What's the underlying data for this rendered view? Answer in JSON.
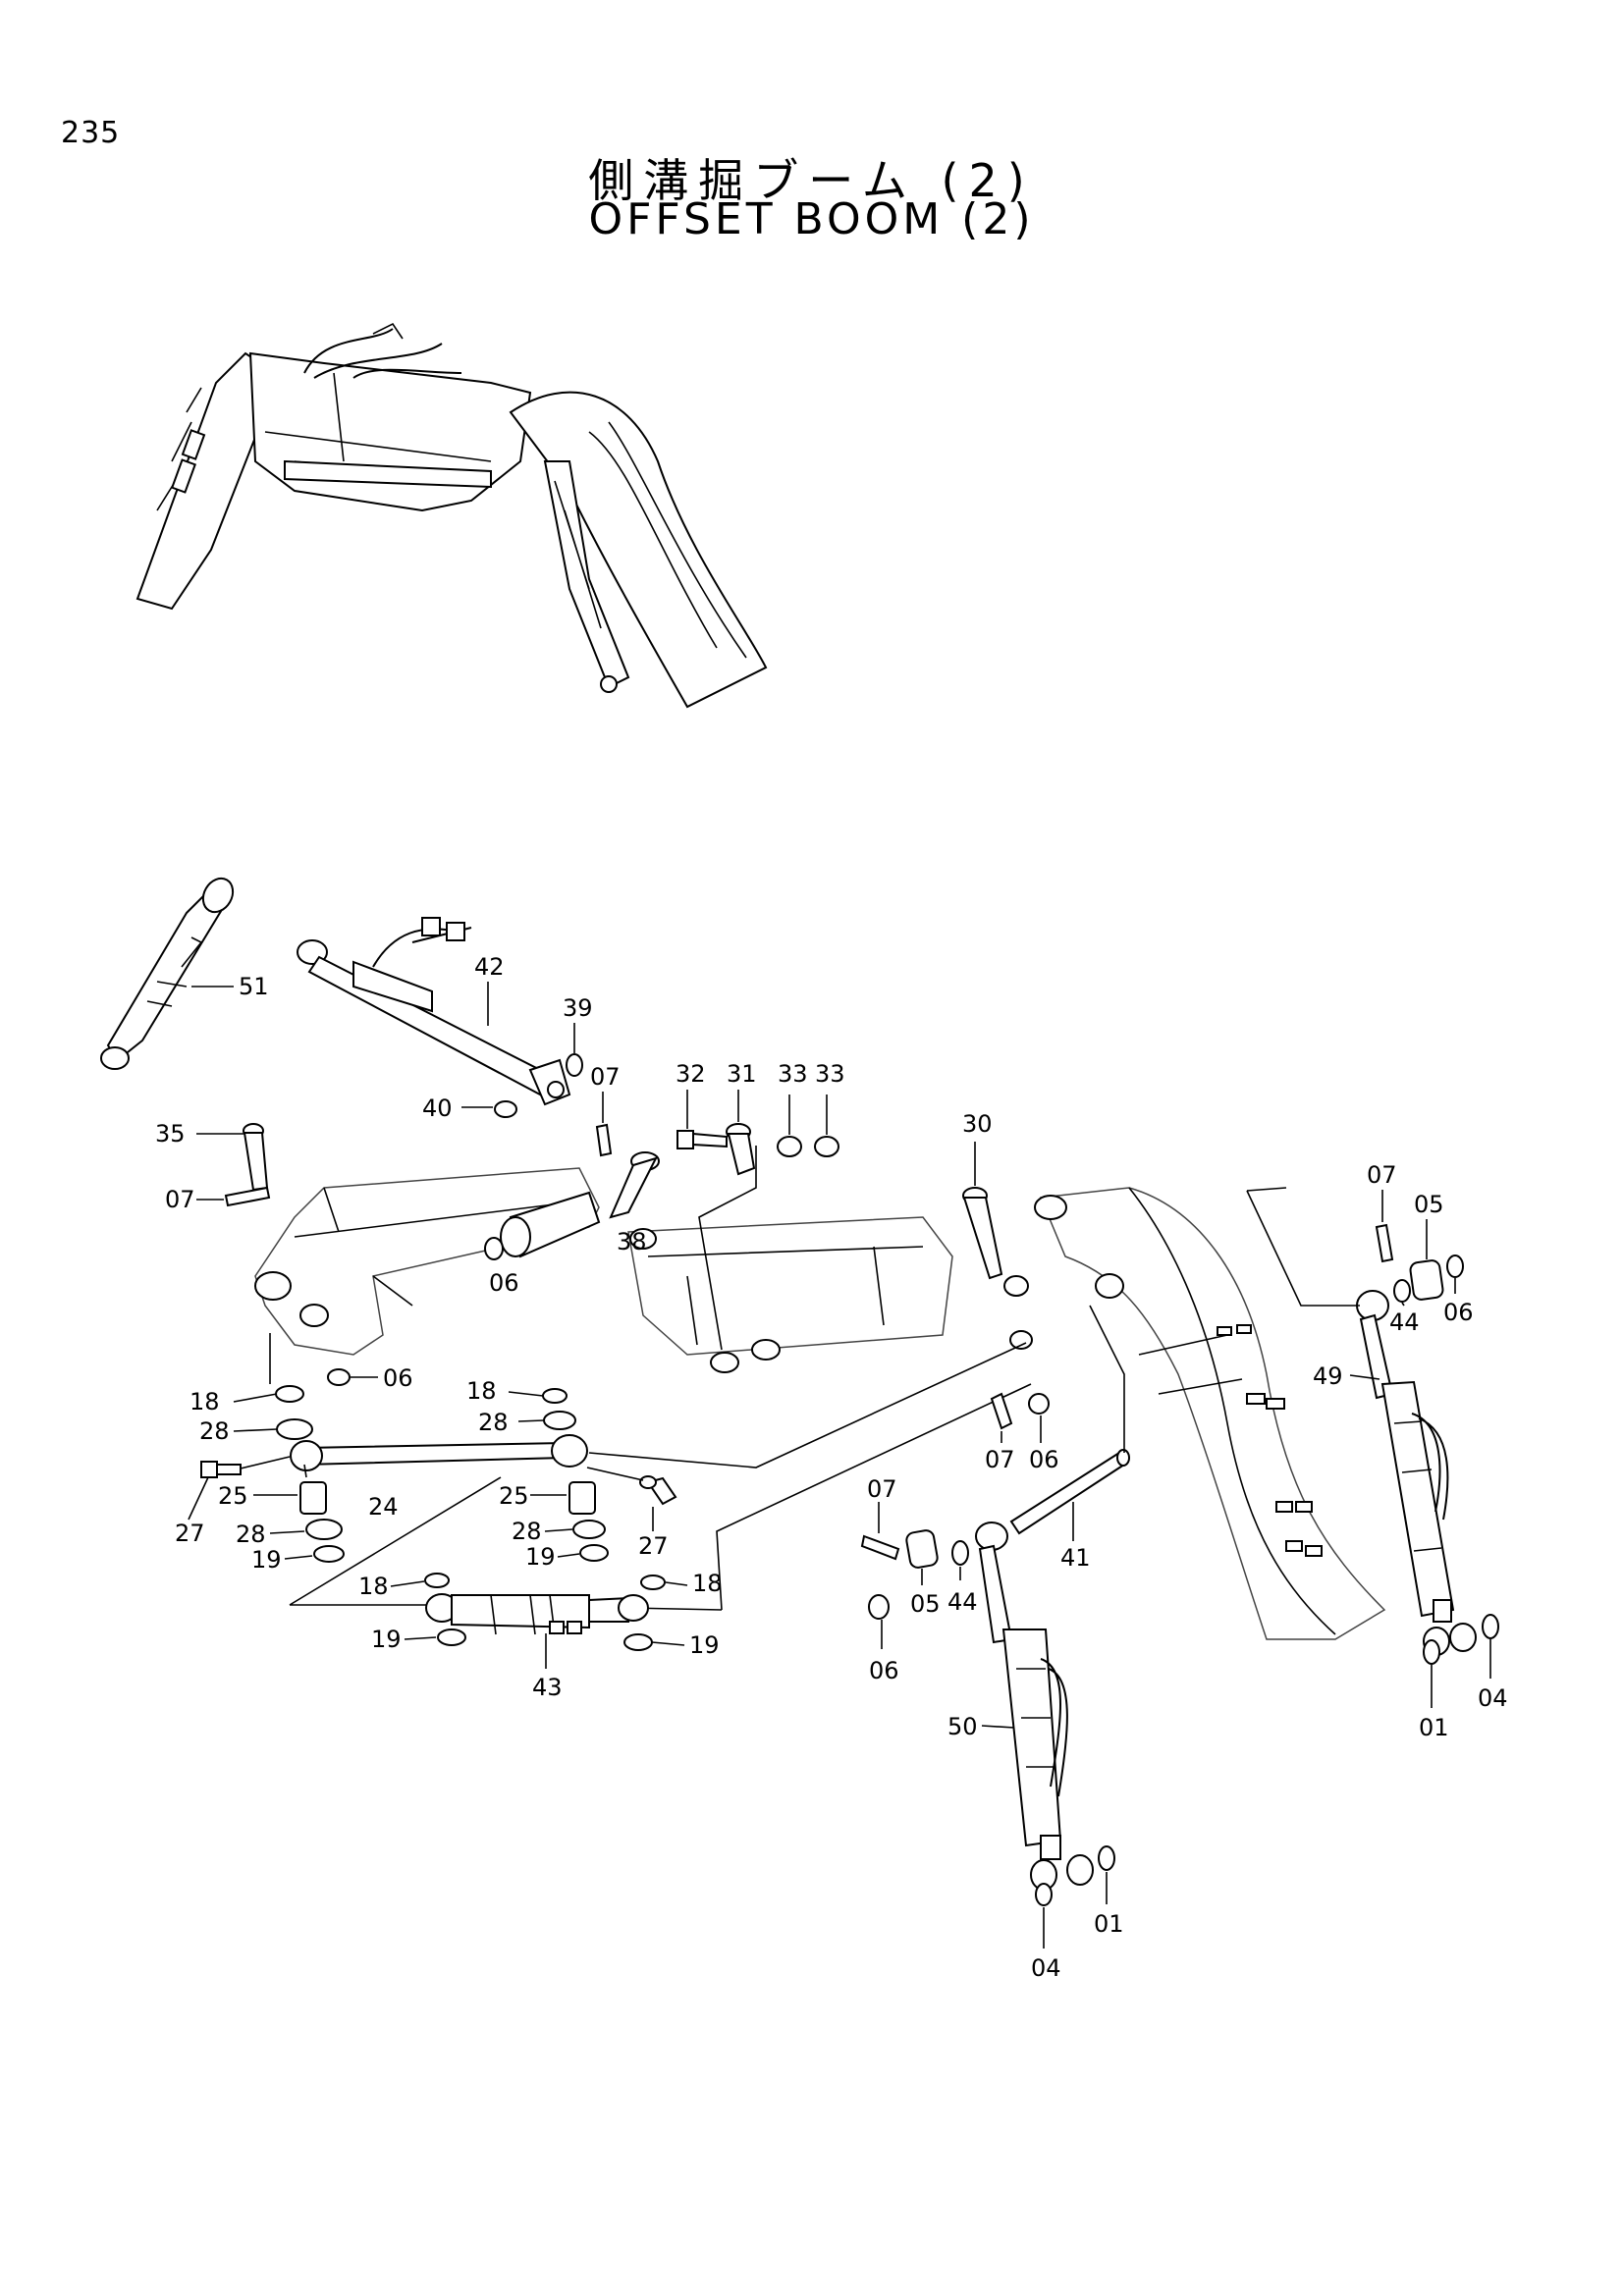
{
  "page": {
    "number": "235"
  },
  "title": {
    "japanese": "側溝掘ブーム (2)",
    "english": "OFFSET BOOM (2)"
  },
  "callouts": [
    {
      "id": "c51",
      "label": "51"
    },
    {
      "id": "c42",
      "label": "42"
    },
    {
      "id": "c39",
      "label": "39"
    },
    {
      "id": "c40",
      "label": "40"
    },
    {
      "id": "c07a",
      "label": "07"
    },
    {
      "id": "c32",
      "label": "32"
    },
    {
      "id": "c31",
      "label": "31"
    },
    {
      "id": "c33a",
      "label": "33"
    },
    {
      "id": "c33b",
      "label": "33"
    },
    {
      "id": "c30",
      "label": "30"
    },
    {
      "id": "c35",
      "label": "35"
    },
    {
      "id": "c07b",
      "label": "07"
    },
    {
      "id": "c38",
      "label": "38"
    },
    {
      "id": "c06a",
      "label": "06"
    },
    {
      "id": "c07c",
      "label": "07"
    },
    {
      "id": "c05a",
      "label": "05"
    },
    {
      "id": "c44a",
      "label": "44"
    },
    {
      "id": "c06b",
      "label": "06"
    },
    {
      "id": "c06c",
      "label": "06"
    },
    {
      "id": "c18a",
      "label": "18"
    },
    {
      "id": "c18b",
      "label": "18"
    },
    {
      "id": "c28a",
      "label": "28"
    },
    {
      "id": "c28b",
      "label": "28"
    },
    {
      "id": "c49",
      "label": "49"
    },
    {
      "id": "c07d",
      "label": "07"
    },
    {
      "id": "c06d",
      "label": "06"
    },
    {
      "id": "c27a",
      "label": "27"
    },
    {
      "id": "c24",
      "label": "24"
    },
    {
      "id": "c25a",
      "label": "25"
    },
    {
      "id": "c25b",
      "label": "25"
    },
    {
      "id": "c28c",
      "label": "28"
    },
    {
      "id": "c28d",
      "label": "28"
    },
    {
      "id": "c27b",
      "label": "27"
    },
    {
      "id": "c41",
      "label": "41"
    },
    {
      "id": "c19a",
      "label": "19"
    },
    {
      "id": "c19b",
      "label": "19"
    },
    {
      "id": "c07e",
      "label": "07"
    },
    {
      "id": "c18c",
      "label": "18"
    },
    {
      "id": "c18d",
      "label": "18"
    },
    {
      "id": "c19c",
      "label": "19"
    },
    {
      "id": "c19d",
      "label": "19"
    },
    {
      "id": "c44b",
      "label": "44"
    },
    {
      "id": "c05b",
      "label": "05"
    },
    {
      "id": "c06e",
      "label": "06"
    },
    {
      "id": "c43",
      "label": "43"
    },
    {
      "id": "c01a",
      "label": "01"
    },
    {
      "id": "c04a",
      "label": "04"
    },
    {
      "id": "c50",
      "label": "50"
    },
    {
      "id": "c01b",
      "label": "01"
    },
    {
      "id": "c04b",
      "label": "04"
    }
  ]
}
